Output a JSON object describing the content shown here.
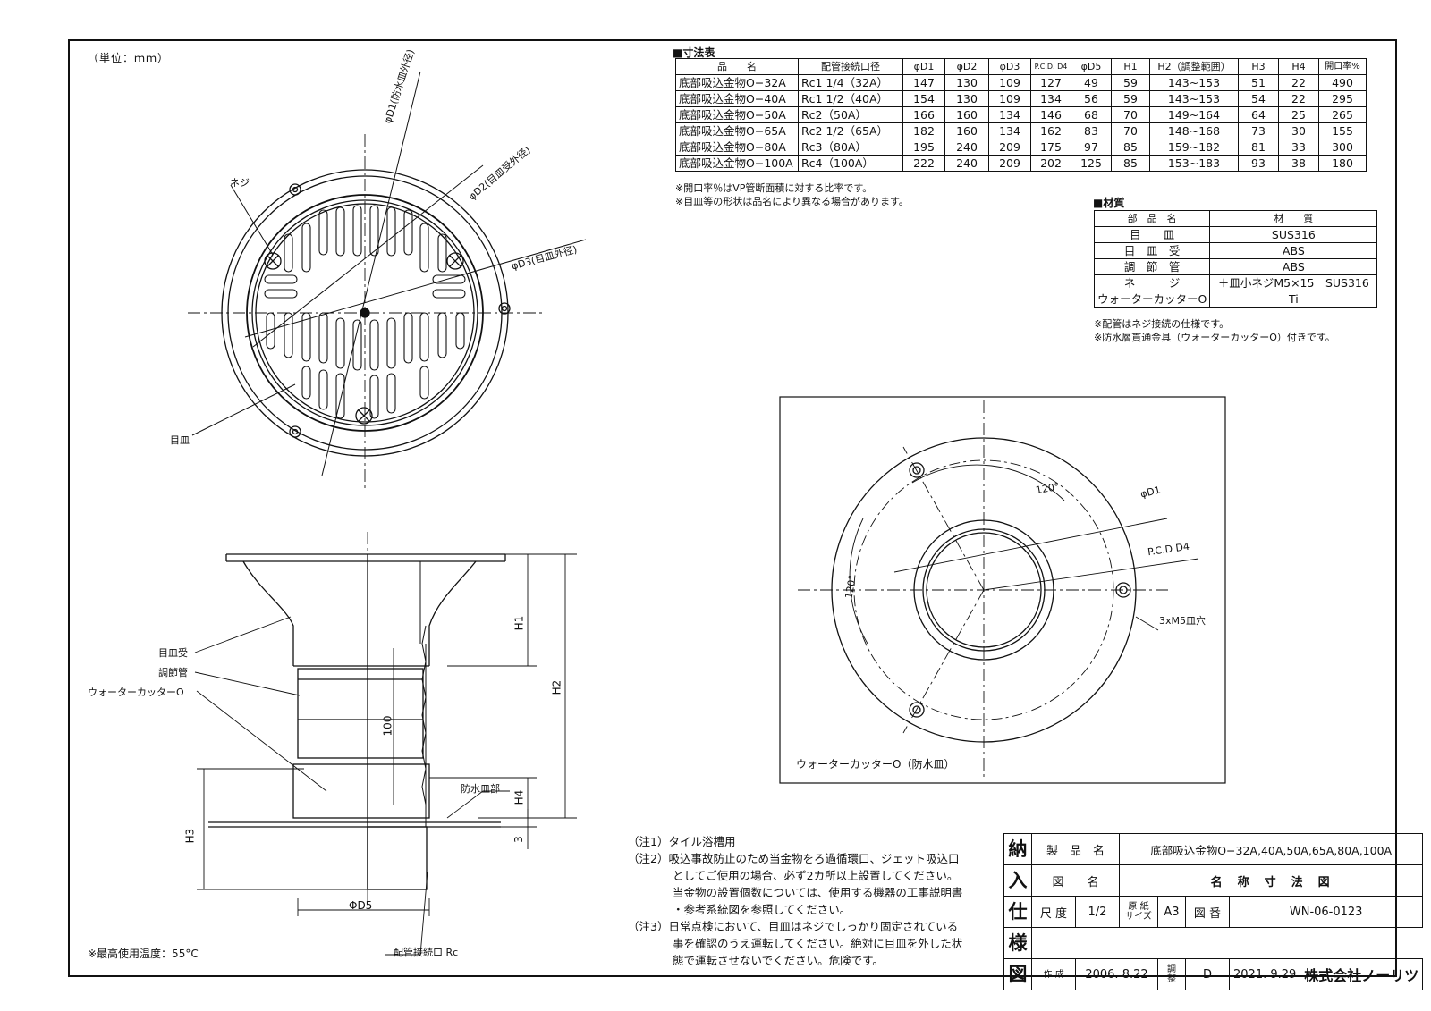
{
  "unit_label": "（単位：ｍｍ）",
  "dimension_table": {
    "title": "■寸法表",
    "headers": [
      "品　　名",
      "配管接続口径",
      "φD1",
      "φD2",
      "φD3",
      "P.C.D. D4",
      "φD5",
      "H1",
      "H2（調整範囲）",
      "H3",
      "H4",
      "開口率%"
    ],
    "rows": [
      [
        "底部吸込金物O−32A",
        "Rc1 1/4（32A）",
        "147",
        "130",
        "109",
        "127",
        "49",
        "59",
        "143~153",
        "51",
        "22",
        "490"
      ],
      [
        "底部吸込金物O−40A",
        "Rc1 1/2（40A）",
        "154",
        "130",
        "109",
        "134",
        "56",
        "59",
        "143~153",
        "54",
        "22",
        "295"
      ],
      [
        "底部吸込金物O−50A",
        "Rc2（50A）",
        "166",
        "160",
        "134",
        "146",
        "68",
        "70",
        "149~164",
        "64",
        "25",
        "265"
      ],
      [
        "底部吸込金物O−65A",
        "Rc2 1/2（65A）",
        "182",
        "160",
        "134",
        "162",
        "83",
        "70",
        "148~168",
        "73",
        "30",
        "155"
      ],
      [
        "底部吸込金物O−80A",
        "Rc3（80A）",
        "195",
        "240",
        "209",
        "175",
        "97",
        "85",
        "159~182",
        "81",
        "33",
        "300"
      ],
      [
        "底部吸込金物O−100A",
        "Rc4（100A）",
        "222",
        "240",
        "209",
        "202",
        "125",
        "85",
        "153~183",
        "93",
        "38",
        "180"
      ]
    ],
    "notes": [
      "※開口率％はVP管断面積に対する比率です。",
      "※目皿等の形状は品名により異なる場合があります。"
    ]
  },
  "material_table": {
    "title": "■材質",
    "headers": [
      "部　品　名",
      "材　　質"
    ],
    "rows": [
      [
        "目　　皿",
        "SUS316"
      ],
      [
        "目　皿　受",
        "ABS"
      ],
      [
        "調　節　管",
        "ABS"
      ],
      [
        "ネ　　　ジ",
        "＋皿小ネジM5×15　SUS316"
      ],
      [
        "ウォーターカッターO",
        "Ti"
      ]
    ],
    "notes": [
      "※配管はネジ接続の仕様です。",
      "※防水層貫通金具（ウォーターカッターO）付きです。"
    ]
  },
  "top_view_labels": {
    "screw": "ネジ",
    "grate": "目皿",
    "d1": "φD1(防水皿外径)",
    "d2": "φD2(目皿受外径)",
    "d3": "φD3(目皿外径)"
  },
  "section_labels": {
    "grate_receiver": "目皿受",
    "adjust_pipe": "調節管",
    "water_cutter": "ウォーターカッターO",
    "waterproof_part": "防水皿部",
    "pipe_conn": "配管接続口 Rc",
    "d5": "ΦD5",
    "h1": "H1",
    "h2": "H2",
    "h3": "H3",
    "h4": "H4",
    "dim100": "100",
    "dim3": "3"
  },
  "bottom_view": {
    "angle_a": "120°",
    "angle_b": "120°",
    "d1": "φD1",
    "pcd": "P.C.D D4",
    "holes": "3xM5皿穴",
    "caption": "ウォーターカッターO（防水皿）"
  },
  "max_temp": "※最高使用温度：55°C",
  "footnotes": [
    "（注1）タイル浴槽用",
    "（注2）吸込事故防止のため当金物をろ過循環口、ジェット吸込口",
    "　　　　としてご使用の場合、必ず2カ所以上設置してください。",
    "　　　　当金物の設置個数については、使用する機器の工事説明書",
    "　　　　・参考系統図を参照してください。",
    "（注3）日常点検において、目皿はネジでしっかり固定されている",
    "　　　　事を確認のうえ運転してください。絶対に目皿を外した状",
    "　　　　態で運転させないでください。危険です。"
  ],
  "title_block": {
    "side": [
      "納",
      "入",
      "仕",
      "様",
      "図"
    ],
    "product_label": "製　品　名",
    "product_value": "底部吸込金物O−32A,40A,50A,65A,80A,100A",
    "drawing_label": "図　　名",
    "drawing_value": "名　称　寸　法　図",
    "scale_label": "尺 度",
    "scale_value": "1/2",
    "paper_label": "原 紙 サイズ",
    "paper_value": "A3",
    "number_label": "図 番",
    "number_value": "WN-06-0123",
    "created_label": "作 成",
    "created_value": "2006. 8.22",
    "revised_label": "調 整",
    "rev_mark": "D",
    "revised_value": "2021. 9.29",
    "company": "株式会社ノーリツ"
  }
}
